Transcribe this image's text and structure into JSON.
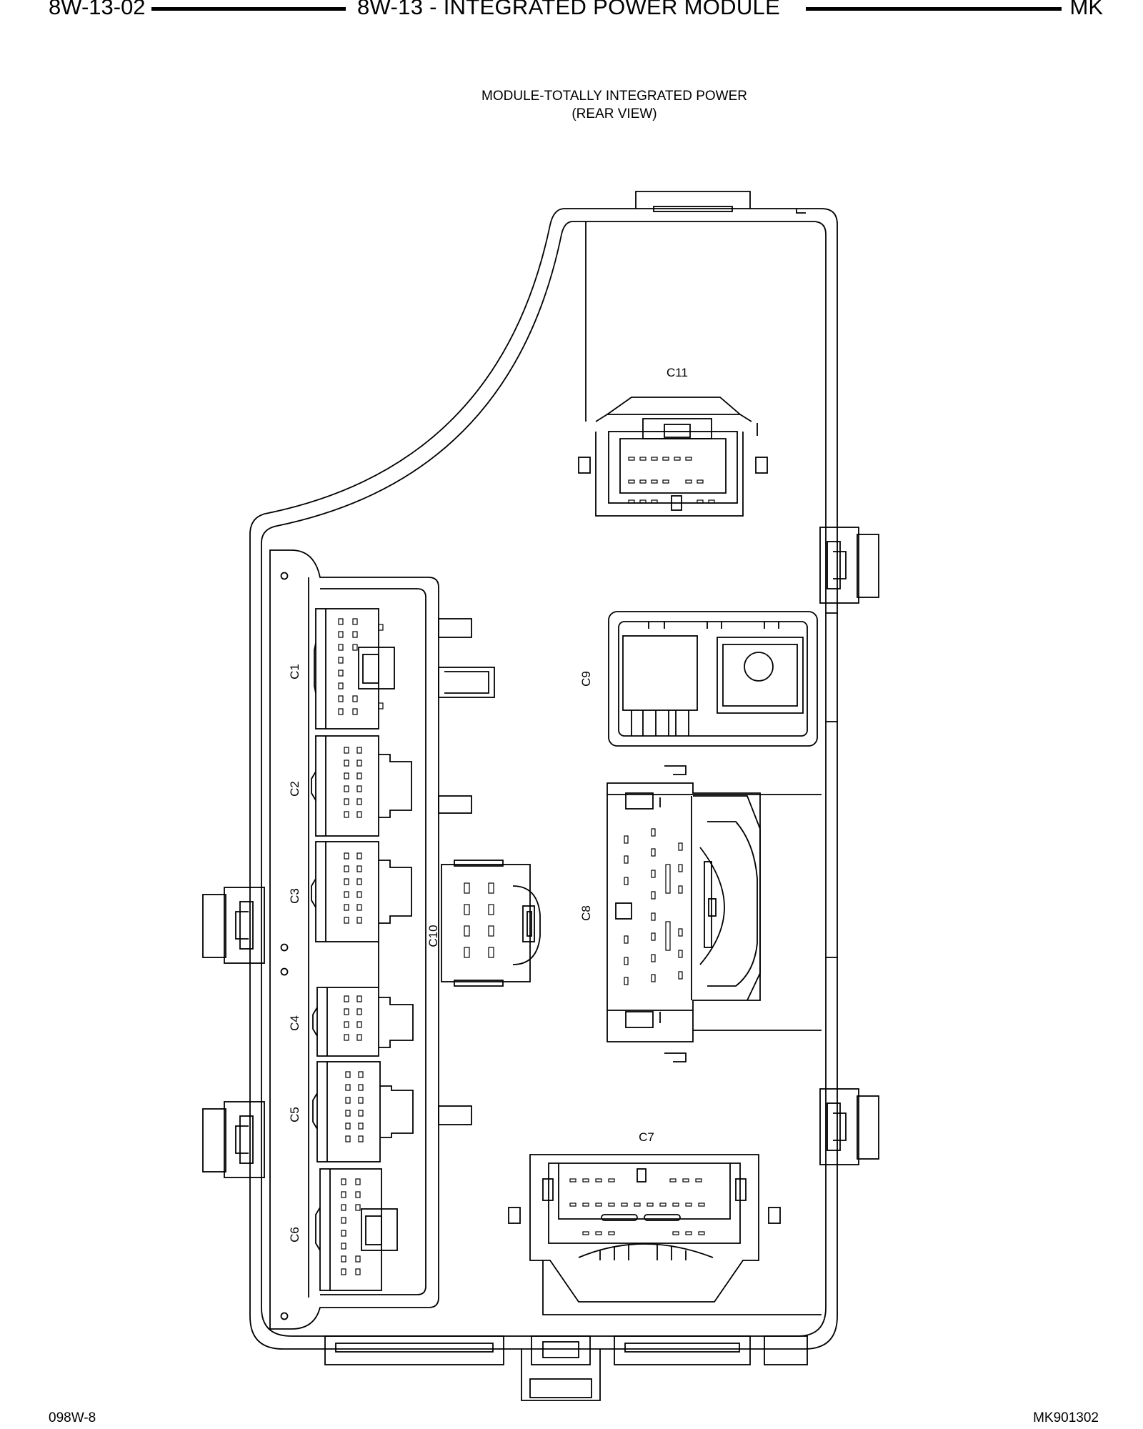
{
  "header": {
    "left": "8W-13-02",
    "center": "8W-13 - INTEGRATED POWER MODULE",
    "right": "MK"
  },
  "title": {
    "line1": "MODULE-TOTALLY INTEGRATED POWER",
    "line2": "(REAR VIEW)"
  },
  "connectors": {
    "c1": "C1",
    "c2": "C2",
    "c3": "C3",
    "c4": "C4",
    "c5": "C5",
    "c6": "C6",
    "c7": "C7",
    "c8": "C8",
    "c9": "C9",
    "c10": "C10",
    "c11": "C11"
  },
  "footer": {
    "left": "098W-8",
    "right": "MK901302"
  }
}
